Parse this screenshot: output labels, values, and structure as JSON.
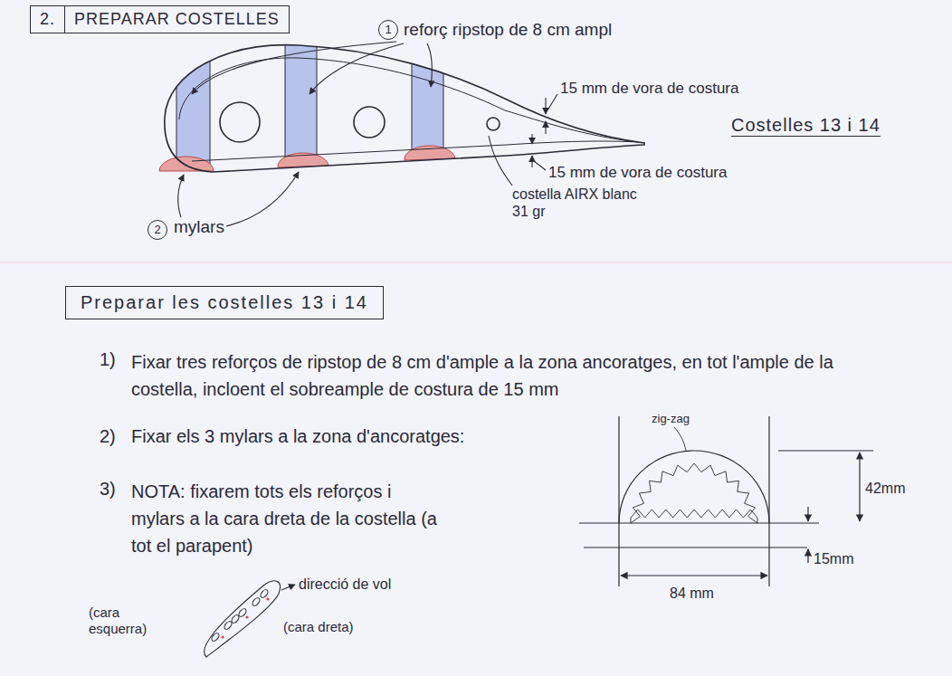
{
  "diagram": {
    "nodes": [
      {
        "text": [
          "2.",
          "PREPARAR COSTELLES"
        ]
      },
      {
        "text": [
          "Preparar les costelles 13 i 14"
        ]
      }
    ],
    "labels": [
      "1",
      "reforç ripstop de 8 cm ampl",
      "15 mm de vora de costura",
      "Costelles 13 i 14",
      "15 mm de vora de costura",
      "costella AIRX blanc 31 gr",
      "2",
      "mylars",
      "1)",
      "Fixar tres reforços de ripstop de 8 cm d'ample a la zona ancoratges, en tot l'ample de la costella, incloent el sobreample de costura de 15 mm",
      "2)",
      "Fixar els 3 mylars a la zona d'ancoratges:",
      "3)",
      "NOTA: fixarem tots els reforços i mylars a la cara dreta de la costella (a tot el parapent)",
      "zig-zag",
      "42mm",
      "15mm",
      "84 mm",
      "direcció de vol",
      "(cara esquerra)",
      "(cara dreta)"
    ]
  }
}
